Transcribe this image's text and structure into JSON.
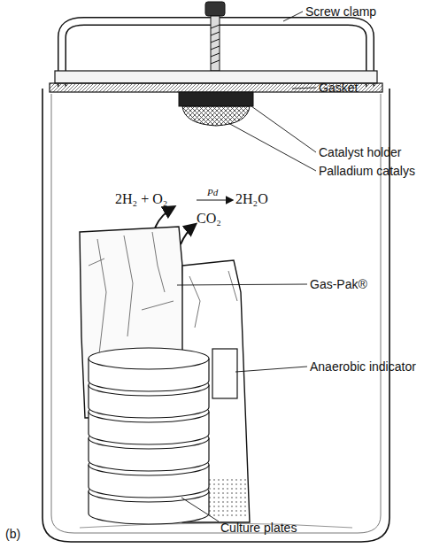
{
  "diagram": {
    "labels": [
      "Screw clamp",
      "Gasket",
      "Catalyst holder",
      "Palladium catalys",
      "2H₂ + O₂",
      "Pd",
      "2H₂O",
      "CO₂",
      "Gas-Pak®",
      "Anaerobic indicator",
      "Culture plates",
      "(b)"
    ]
  }
}
